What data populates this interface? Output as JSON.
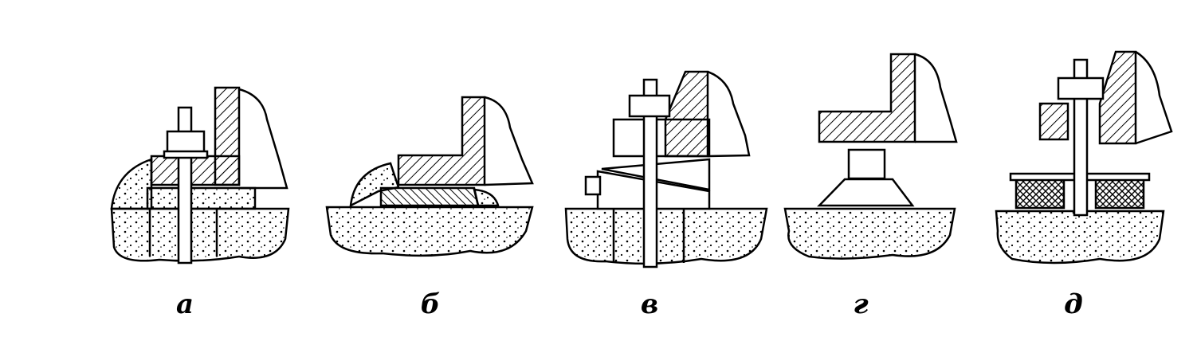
{
  "figure": {
    "panels": [
      {
        "label": "а"
      },
      {
        "label": "б"
      },
      {
        "label": "в"
      },
      {
        "label": "г"
      },
      {
        "label": "д"
      }
    ]
  },
  "colors": {
    "ink": "#000000",
    "paper": "#ffffff"
  }
}
